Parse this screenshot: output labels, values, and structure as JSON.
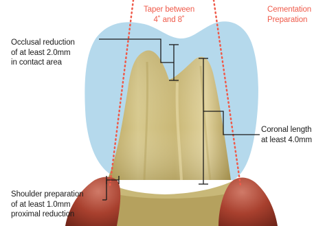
{
  "labels": {
    "taper": [
      "Taper between",
      "4˚ and 8˚"
    ],
    "cementation": [
      "Cementation",
      "Preparation"
    ],
    "occlusal": [
      "Occlusal reduction",
      "of at least 2.0mm",
      "in contact area"
    ],
    "coronal": [
      "Coronal length",
      "at least 4.0mm"
    ],
    "shoulder": [
      "Shoulder preparation",
      "of at least 1.0mm",
      "proximal reduction"
    ]
  },
  "colors": {
    "crown": "#b5d9ec",
    "taper_line": "#ef5a4a",
    "label_accent": "#ef5a4a",
    "leader_line": "#1a1a1a",
    "gum": "#a8402e",
    "tooth_stump": "#c8b878"
  }
}
